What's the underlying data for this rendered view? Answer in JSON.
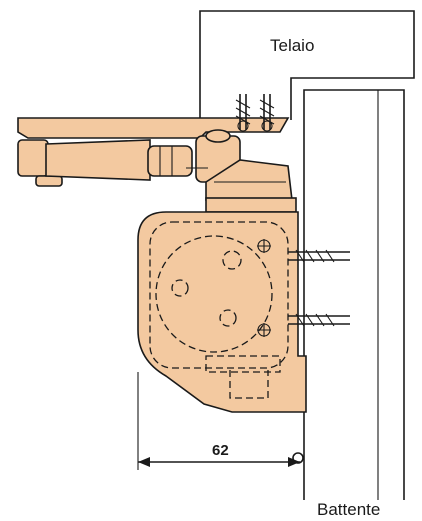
{
  "labels": {
    "frame": "Telaio",
    "door_leaf": "Battente",
    "dimension": "62"
  },
  "colors": {
    "body_fill": "#f3c9a0",
    "line": "#1a1a1a",
    "background": "#ffffff"
  }
}
